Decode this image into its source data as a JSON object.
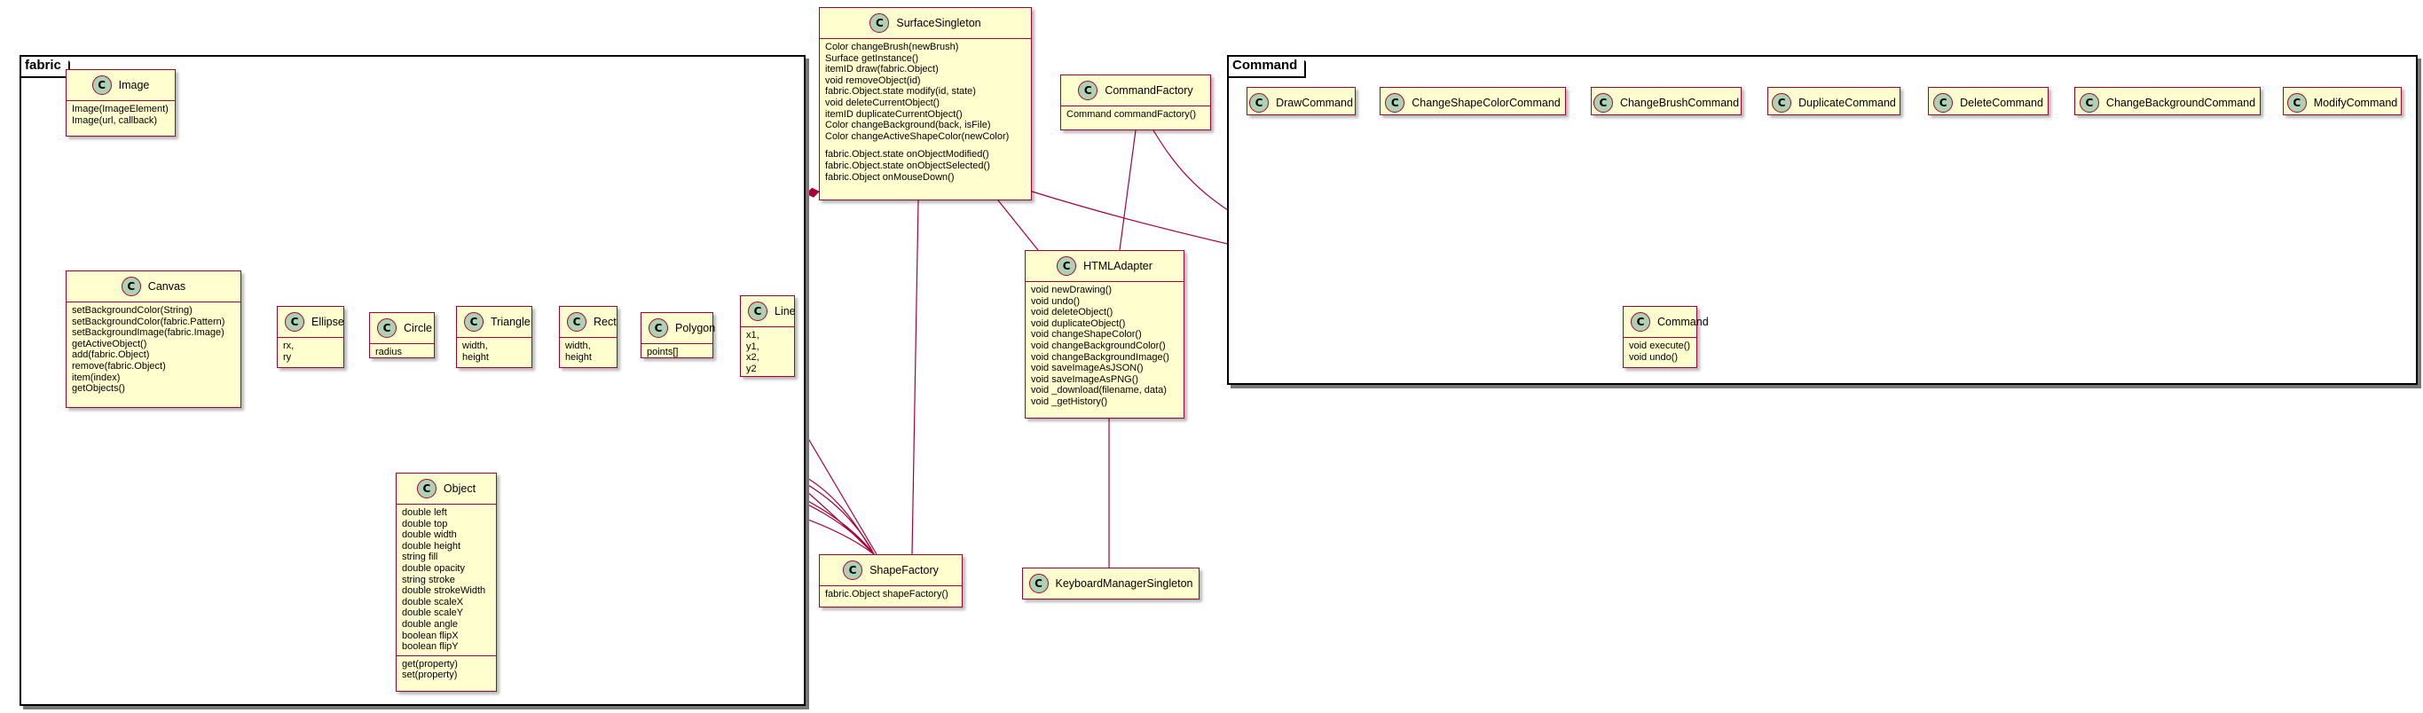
{
  "packages": {
    "fabric": "fabric",
    "command": "Command"
  },
  "classes": {
    "image": {
      "name": "Image",
      "body": [
        "Image(ImageElement)",
        "Image(url, callback)"
      ]
    },
    "canvas": {
      "name": "Canvas",
      "body": [
        "setBackgroundColor(String)",
        "setBackgroundColor(fabric.Pattern)",
        "setBackgroundImage(fabric.Image)",
        "getActiveObject()",
        "add(fabric.Object)",
        "remove(fabric.Object)",
        "item(index)",
        "getObjects()"
      ]
    },
    "ellipse": {
      "name": "Ellipse",
      "body": [
        "rx,",
        "ry"
      ]
    },
    "circle": {
      "name": "Circle",
      "body": [
        "radius"
      ]
    },
    "triangle": {
      "name": "Triangle",
      "body": [
        "width,",
        "height"
      ]
    },
    "rect": {
      "name": "Rect",
      "body": [
        "width,",
        "height"
      ]
    },
    "polygon": {
      "name": "Polygon",
      "body": [
        "points[]"
      ]
    },
    "line": {
      "name": "Line",
      "body": [
        "x1,",
        "y1,",
        "x2,",
        "y2"
      ]
    },
    "object": {
      "name": "Object",
      "fields": [
        "double left",
        "double top",
        "double width",
        "double height",
        "string fill",
        "double opacity",
        "string stroke",
        "double strokeWidth",
        "double scaleX",
        "double scaleY",
        "double angle",
        "boolean flipX",
        "boolean flipY"
      ],
      "methods": [
        "get(property)",
        "set(property)"
      ]
    },
    "surface": {
      "name": "SurfaceSingleton",
      "body": [
        "Color changeBrush(newBrush)",
        "Surface getInstance()",
        "itemID draw(fabric.Object)",
        "void removeObject(id)",
        "fabric.Object.state modify(id, state)",
        "void deleteCurrentObject()",
        "itemID duplicateCurrentObject()",
        "Color changeBackground(back, isFile)",
        "Color changeActiveShapeColor(newColor)"
      ],
      "body2": [
        "fabric.Object.state onObjectModified()",
        "fabric.Object.state onObjectSelected()",
        "fabric.Object onMouseDown()"
      ]
    },
    "shapefactory": {
      "name": "ShapeFactory",
      "body": [
        "fabric.Object shapeFactory()"
      ]
    },
    "commandfactory": {
      "name": "CommandFactory",
      "body": [
        "Command commandFactory()"
      ]
    },
    "htmladapter": {
      "name": "HTMLAdapter",
      "body": [
        "void newDrawing()",
        "void undo()",
        "void deleteObject()",
        "void duplicateObject()",
        "void changeShapeColor()",
        "void changeBackgroundColor()",
        "void changeBackgroundImage()",
        "void saveImageAsJSON()",
        "void saveImageAsPNG()",
        "void _download(filename, data)",
        "void _getHistory()"
      ]
    },
    "keyboard": {
      "name": "KeyboardManagerSingleton"
    },
    "drawcmd": {
      "name": "DrawCommand"
    },
    "changeshapecolorcmd": {
      "name": "ChangeShapeColorCommand"
    },
    "changebrushcmd": {
      "name": "ChangeBrushCommand"
    },
    "duplicatecmd": {
      "name": "DuplicateCommand"
    },
    "deletecmd": {
      "name": "DeleteCommand"
    },
    "changebgcmd": {
      "name": "ChangeBackgroundCommand"
    },
    "modifycmd": {
      "name": "ModifyCommand"
    },
    "command": {
      "name": "Command",
      "body": [
        "void execute()",
        "void undo()"
      ]
    }
  },
  "class_badge_letter": "C",
  "colors": {
    "class_fill": "#FEFECE",
    "class_border": "#A80036",
    "badge_fill": "#ADD1B2",
    "edge": "#A80036"
  }
}
